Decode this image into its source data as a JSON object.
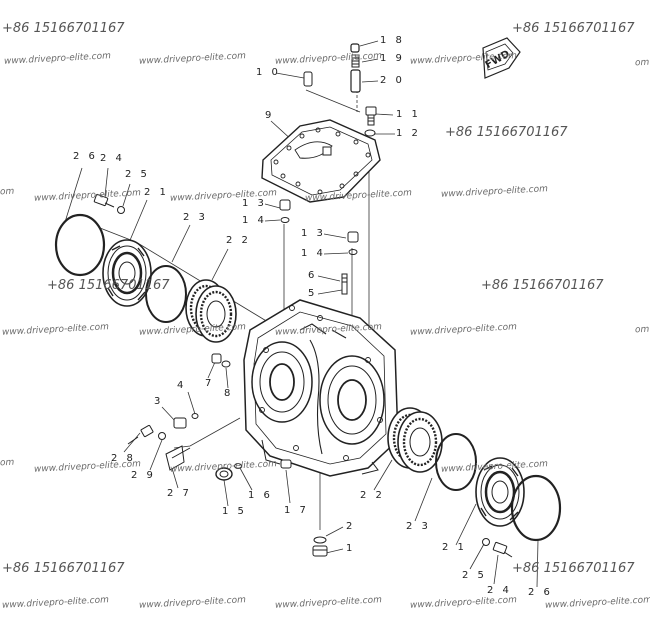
{
  "diagram": {
    "badge_text": "FWD",
    "callouts": [
      {
        "id": "c18",
        "text": "1 8"
      },
      {
        "id": "c19",
        "text": "1 9"
      },
      {
        "id": "c20",
        "text": "2 0"
      },
      {
        "id": "c10",
        "text": "1 0"
      },
      {
        "id": "c11",
        "text": "1 1"
      },
      {
        "id": "c12",
        "text": "1 2"
      },
      {
        "id": "c9",
        "text": "9"
      },
      {
        "id": "c26a",
        "text": "2 6"
      },
      {
        "id": "c24a",
        "text": "2 4"
      },
      {
        "id": "c25a",
        "text": "2 5"
      },
      {
        "id": "c21a",
        "text": "2 1"
      },
      {
        "id": "c13a",
        "text": "1 3"
      },
      {
        "id": "c14a",
        "text": "1 4"
      },
      {
        "id": "c23a",
        "text": "2 3"
      },
      {
        "id": "c22a",
        "text": "2 2"
      },
      {
        "id": "c13b",
        "text": "1 3"
      },
      {
        "id": "c14b",
        "text": "1 4"
      },
      {
        "id": "c6",
        "text": "6"
      },
      {
        "id": "c5",
        "text": "5"
      },
      {
        "id": "c7",
        "text": "7"
      },
      {
        "id": "c8",
        "text": "8"
      },
      {
        "id": "c4",
        "text": "4"
      },
      {
        "id": "c3",
        "text": "3"
      },
      {
        "id": "c28",
        "text": "2 8"
      },
      {
        "id": "c29",
        "text": "2 9"
      },
      {
        "id": "c27",
        "text": "2 7"
      },
      {
        "id": "c15",
        "text": "1 5"
      },
      {
        "id": "c16",
        "text": "1 6"
      },
      {
        "id": "c17",
        "text": "1 7"
      },
      {
        "id": "c22b",
        "text": "2 2"
      },
      {
        "id": "c2",
        "text": "2"
      },
      {
        "id": "c1",
        "text": "1"
      },
      {
        "id": "c23b",
        "text": "2 3"
      },
      {
        "id": "c21b",
        "text": "2 1"
      },
      {
        "id": "c25b",
        "text": "2 5"
      },
      {
        "id": "c24b",
        "text": "2 4"
      },
      {
        "id": "c26b",
        "text": "2 6"
      }
    ]
  },
  "watermarks": {
    "phone": "+86 15166701167",
    "site": "www.drivepro-elite.com",
    "site_partial": "om"
  }
}
